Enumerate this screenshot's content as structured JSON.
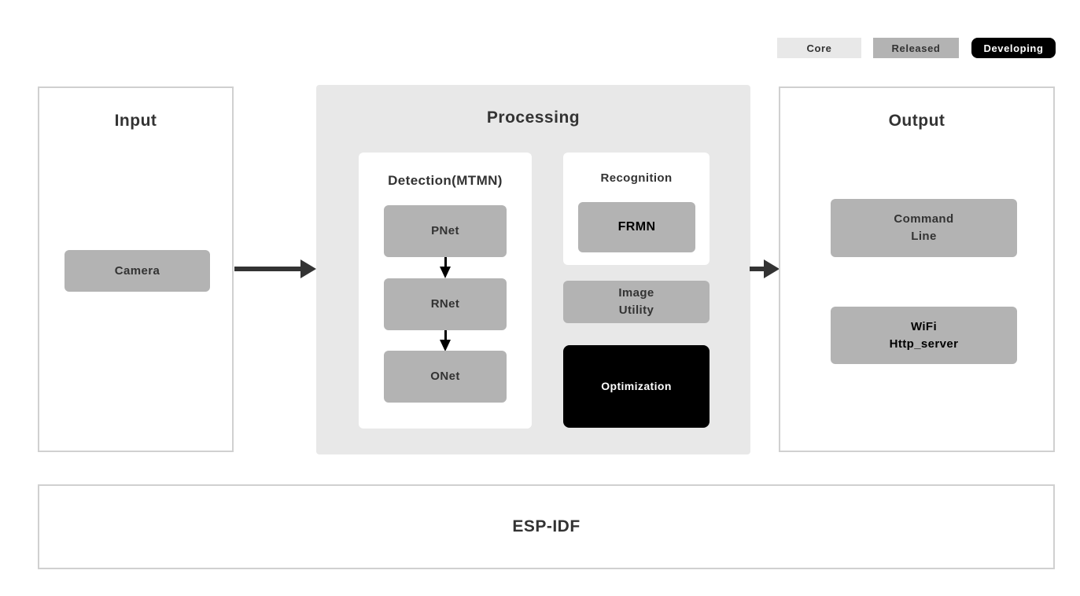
{
  "colors": {
    "core_bg": "#e8e8e8",
    "released_bg": "#b3b3b3",
    "developing_bg": "#000000",
    "developing_fg": "#ffffff",
    "panel_bg": "#ffffff",
    "border": "#d0d0d0",
    "text": "#333333",
    "arrow": "#333333"
  },
  "legend": {
    "core": {
      "label": "Core",
      "status": "core"
    },
    "released": {
      "label": "Released",
      "status": "released"
    },
    "developing": {
      "label": "Developing",
      "status": "developing"
    }
  },
  "sections": {
    "input": {
      "title": "Input",
      "camera": {
        "label": "Camera",
        "status": "released"
      }
    },
    "processing": {
      "title": "Processing",
      "detection": {
        "title": "Detection(MTMN)",
        "pnet": {
          "label": "PNet",
          "status": "released"
        },
        "rnet": {
          "label": "RNet",
          "status": "released"
        },
        "onet": {
          "label": "ONet",
          "status": "released"
        }
      },
      "recognition": {
        "title": "Recognition",
        "frmn": {
          "label": "FRMN",
          "status": "released"
        }
      },
      "image_utility": {
        "label": "Image\nUtility",
        "status": "released"
      },
      "optimization": {
        "label": "Optimization",
        "status": "developing"
      }
    },
    "output": {
      "title": "Output",
      "command_line": {
        "label": "Command\nLine",
        "status": "released"
      },
      "wifi_http_server": {
        "label": "WiFi\nHttp_server",
        "status": "released"
      }
    },
    "foundation": {
      "title": "ESP-IDF"
    }
  }
}
